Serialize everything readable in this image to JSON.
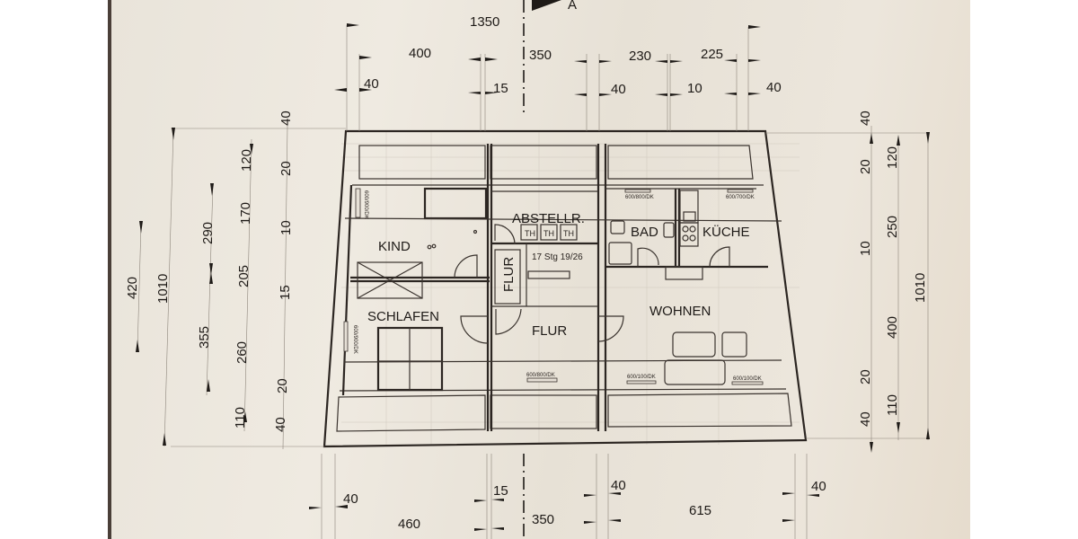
{
  "section_marker": {
    "label": "A"
  },
  "top_dimensions": {
    "overall": "1350",
    "row1": [
      "400",
      "350",
      "230",
      "225"
    ],
    "row2": [
      "40",
      "15",
      "40",
      "10",
      "40"
    ]
  },
  "bottom_dimensions": {
    "row1": [
      "40",
      "15",
      "40",
      "40"
    ],
    "row2": [
      "460",
      "350",
      "615"
    ]
  },
  "left_dimensions": {
    "overall": "1010",
    "outer": [
      "420"
    ],
    "middle": [
      "290",
      "355"
    ],
    "inner": [
      "120",
      "170",
      "205",
      "260",
      "110"
    ],
    "wall": [
      "40",
      "20",
      "10",
      "15",
      "20",
      "40"
    ]
  },
  "right_dimensions": {
    "overall": "1010",
    "inner": [
      "120",
      "250",
      "400",
      "110"
    ],
    "wall": [
      "40",
      "20",
      "10",
      "20",
      "40"
    ]
  },
  "rooms": {
    "kind": "KIND",
    "schlafen": "SCHLAFEN",
    "abstellr": "ABSTELLR.",
    "flur_vertical": "FLUR",
    "flur": "FLUR",
    "bad": "BAD",
    "kueche": "KÜCHE",
    "wohnen": "WOHNEN"
  },
  "fixtures": {
    "th": [
      "TH",
      "TH",
      "TH"
    ],
    "stairs": "17 Stg 19/26"
  },
  "windows": {
    "kind": "600/900/DK",
    "schlafen": "600/900/DK",
    "flur": "600/800/DK",
    "bad": "600/800/DK",
    "kueche": "600/700/DK",
    "wohnen_left": "600/100/DK",
    "wohnen_right": "600/100/DK"
  },
  "colors": {
    "paper": "#ece6dc",
    "ink": "#2c2622",
    "background": "#ffffff"
  }
}
